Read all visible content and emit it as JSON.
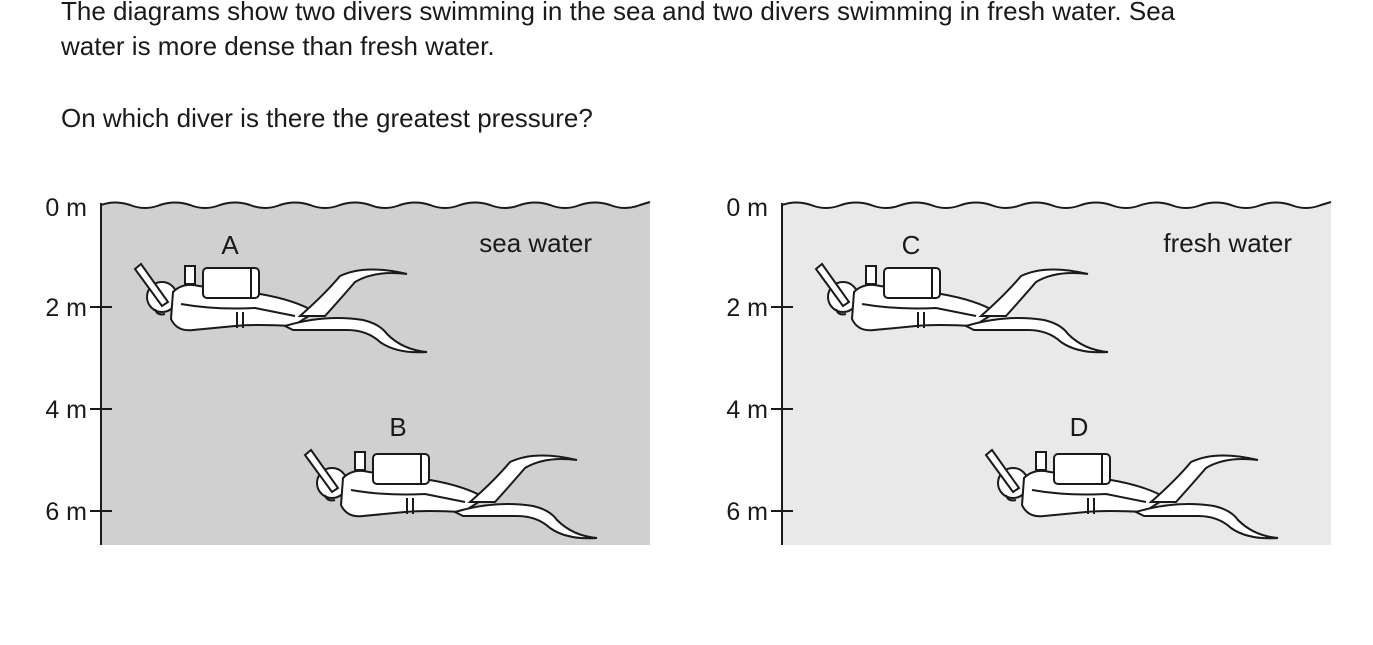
{
  "question": {
    "line1": "The diagrams show two divers swimming in the sea and two divers swimming in fresh water. Sea",
    "line2": "water is more dense than fresh water.",
    "prompt": "On which diver is there the greatest pressure?"
  },
  "panels": [
    {
      "label": "sea water",
      "fill_color": "#d0d0d0",
      "depth_labels": [
        "0 m",
        "2 m",
        "4 m",
        "6 m"
      ],
      "divers": [
        "A",
        "B"
      ]
    },
    {
      "label": "fresh water",
      "fill_color": "#e9e9e9",
      "depth_labels": [
        "0 m",
        "2 m",
        "4 m",
        "6 m"
      ],
      "divers": [
        "C",
        "D"
      ]
    }
  ],
  "next_question": {
    "number": "",
    "text": ""
  }
}
